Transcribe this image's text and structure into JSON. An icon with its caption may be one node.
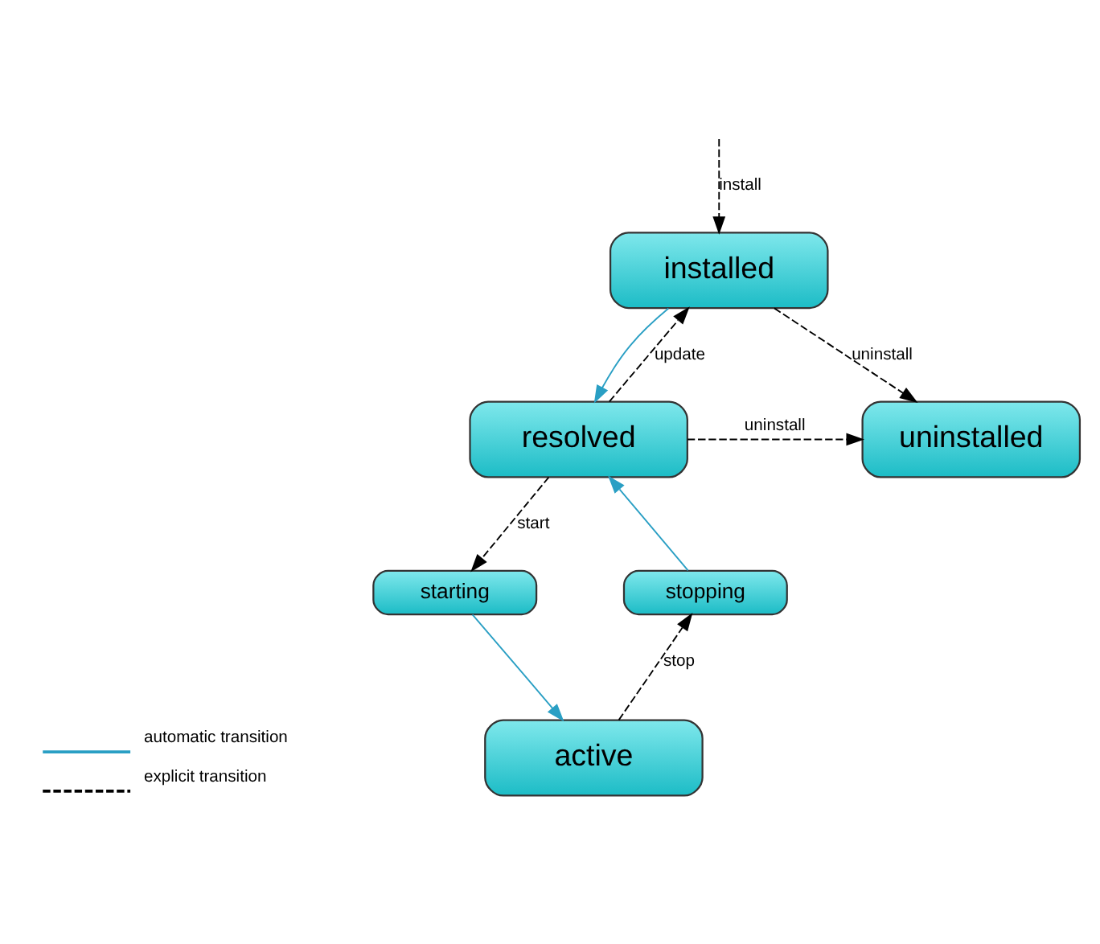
{
  "diagram": {
    "nodes": [
      {
        "text": [
          "installed"
        ]
      },
      {
        "text": [
          "uninstalled"
        ]
      },
      {
        "text": [
          "resolved"
        ]
      },
      {
        "text": [
          "starting"
        ]
      },
      {
        "text": [
          "stopping"
        ]
      },
      {
        "text": [
          "active"
        ]
      }
    ],
    "edges": [
      {
        "from": null,
        "to": 0,
        "arrow": "to",
        "label": "install",
        "style": "dashed"
      },
      {
        "from": 0,
        "to": 2,
        "arrow": "to",
        "color": "#2a9fc4"
      },
      {
        "from": 0,
        "to": 1,
        "arrow": "to",
        "label": "uninstall",
        "style": "dashed"
      },
      {
        "from": 2,
        "to": 0,
        "arrow": "to",
        "label": "update",
        "style": "dashed"
      },
      {
        "from": 2,
        "to": 1,
        "arrow": "to",
        "label": "uninstall",
        "style": "dashed"
      },
      {
        "from": 2,
        "to": 3,
        "arrow": "to",
        "label": "start",
        "style": "dashed"
      },
      {
        "from": 3,
        "to": 5,
        "arrow": "to",
        "color": "#2a9fc4"
      },
      {
        "from": 5,
        "to": 4,
        "arrow": "to",
        "label": "stop",
        "style": "dashed"
      },
      {
        "from": 4,
        "to": 2,
        "arrow": "to",
        "color": "#2a9fc4"
      }
    ],
    "legend": [
      {
        "text": "automatic transition"
      },
      {
        "text": "explicit transition"
      }
    ]
  }
}
